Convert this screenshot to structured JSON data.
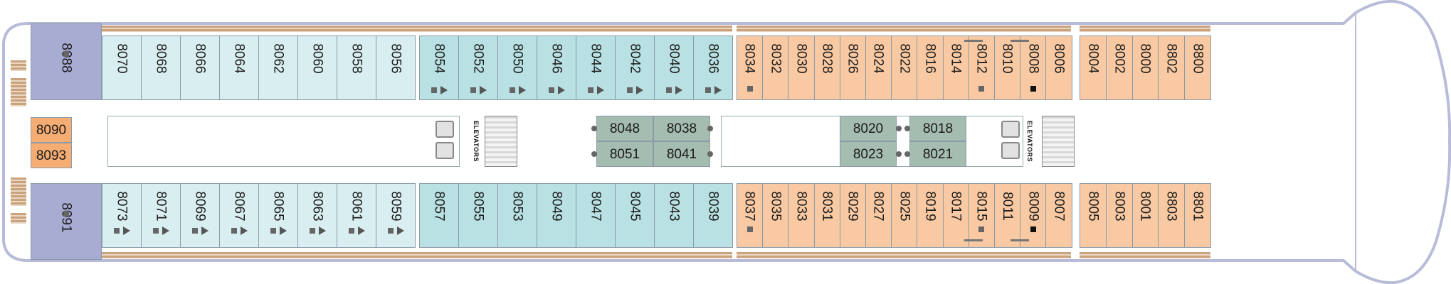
{
  "colors": {
    "cabin_teal": "#d9eef0",
    "cabin_aqua": "#b9e0e2",
    "cabin_peach": "#f8c9a2",
    "cabin_orange": "#f6ad73",
    "suite_blue": "#a8acd2",
    "interior_green": "#a5bcb0",
    "hull_outline": "#b8bcd8",
    "marker_gray": "#666666",
    "marker_black": "#111111"
  },
  "labels": {
    "elevators": "ELEVATORS"
  },
  "cabins": [
    {
      "id": "8088",
      "color": "suite_blue",
      "mark": "sq-gray"
    },
    {
      "id": "8070",
      "color": "cabin_teal"
    },
    {
      "id": "8068",
      "color": "cabin_teal"
    },
    {
      "id": "8066",
      "color": "cabin_teal"
    },
    {
      "id": "8064",
      "color": "cabin_teal"
    },
    {
      "id": "8062",
      "color": "cabin_teal"
    },
    {
      "id": "8060",
      "color": "cabin_teal"
    },
    {
      "id": "8058",
      "color": "cabin_teal"
    },
    {
      "id": "8056",
      "color": "cabin_teal"
    },
    {
      "id": "8054",
      "color": "cabin_aqua",
      "mark": "sq-tri"
    },
    {
      "id": "8052",
      "color": "cabin_aqua",
      "mark": "sq-tri"
    },
    {
      "id": "8050",
      "color": "cabin_aqua",
      "mark": "sq-tri"
    },
    {
      "id": "8046",
      "color": "cabin_aqua",
      "mark": "sq-tri"
    },
    {
      "id": "8044",
      "color": "cabin_aqua",
      "mark": "sq-tri"
    },
    {
      "id": "8042",
      "color": "cabin_aqua",
      "mark": "sq-tri"
    },
    {
      "id": "8040",
      "color": "cabin_aqua",
      "mark": "sq-tri"
    },
    {
      "id": "8036",
      "color": "cabin_aqua",
      "mark": "sq-tri"
    },
    {
      "id": "8034",
      "color": "cabin_peach",
      "mark": "sq-gray"
    },
    {
      "id": "8032",
      "color": "cabin_peach"
    },
    {
      "id": "8030",
      "color": "cabin_peach"
    },
    {
      "id": "8028",
      "color": "cabin_peach"
    },
    {
      "id": "8026",
      "color": "cabin_peach"
    },
    {
      "id": "8024",
      "color": "cabin_peach"
    },
    {
      "id": "8022",
      "color": "cabin_peach"
    },
    {
      "id": "8016",
      "color": "cabin_peach"
    },
    {
      "id": "8014",
      "color": "cabin_peach"
    },
    {
      "id": "8012",
      "color": "cabin_peach",
      "mark": "sq-gray"
    },
    {
      "id": "8010",
      "color": "cabin_peach"
    },
    {
      "id": "8008",
      "color": "cabin_peach",
      "mark": "sq-black"
    },
    {
      "id": "8006",
      "color": "cabin_peach"
    },
    {
      "id": "8004",
      "color": "cabin_peach"
    },
    {
      "id": "8002",
      "color": "cabin_peach"
    },
    {
      "id": "8000",
      "color": "cabin_peach"
    },
    {
      "id": "8802",
      "color": "cabin_peach"
    },
    {
      "id": "8800",
      "color": "cabin_peach"
    },
    {
      "id": "8090",
      "color": "cabin_orange"
    },
    {
      "id": "8093",
      "color": "cabin_orange"
    },
    {
      "id": "8048",
      "color": "interior_green"
    },
    {
      "id": "8038",
      "color": "interior_green"
    },
    {
      "id": "8051",
      "color": "interior_green"
    },
    {
      "id": "8041",
      "color": "interior_green"
    },
    {
      "id": "8020",
      "color": "interior_green"
    },
    {
      "id": "8023",
      "color": "interior_green"
    },
    {
      "id": "8018",
      "color": "interior_green"
    },
    {
      "id": "8021",
      "color": "interior_green"
    },
    {
      "id": "8091",
      "color": "suite_blue",
      "mark": "sq-gray"
    },
    {
      "id": "8073",
      "color": "cabin_teal",
      "mark": "sq-tri"
    },
    {
      "id": "8071",
      "color": "cabin_teal",
      "mark": "sq-tri"
    },
    {
      "id": "8069",
      "color": "cabin_teal",
      "mark": "sq-tri"
    },
    {
      "id": "8067",
      "color": "cabin_teal",
      "mark": "sq-tri"
    },
    {
      "id": "8065",
      "color": "cabin_teal",
      "mark": "sq-tri"
    },
    {
      "id": "8063",
      "color": "cabin_teal",
      "mark": "sq-tri"
    },
    {
      "id": "8061",
      "color": "cabin_teal",
      "mark": "sq-tri"
    },
    {
      "id": "8059",
      "color": "cabin_teal",
      "mark": "sq-tri"
    },
    {
      "id": "8057",
      "color": "cabin_aqua"
    },
    {
      "id": "8055",
      "color": "cabin_aqua"
    },
    {
      "id": "8053",
      "color": "cabin_aqua"
    },
    {
      "id": "8049",
      "color": "cabin_aqua"
    },
    {
      "id": "8047",
      "color": "cabin_aqua"
    },
    {
      "id": "8045",
      "color": "cabin_aqua"
    },
    {
      "id": "8043",
      "color": "cabin_aqua"
    },
    {
      "id": "8039",
      "color": "cabin_aqua"
    },
    {
      "id": "8037",
      "color": "cabin_peach",
      "mark": "sq-gray"
    },
    {
      "id": "8035",
      "color": "cabin_peach"
    },
    {
      "id": "8033",
      "color": "cabin_peach"
    },
    {
      "id": "8031",
      "color": "cabin_peach"
    },
    {
      "id": "8029",
      "color": "cabin_peach"
    },
    {
      "id": "8027",
      "color": "cabin_peach"
    },
    {
      "id": "8025",
      "color": "cabin_peach"
    },
    {
      "id": "8019",
      "color": "cabin_peach"
    },
    {
      "id": "8017",
      "color": "cabin_peach"
    },
    {
      "id": "8015",
      "color": "cabin_peach",
      "mark": "sq-gray"
    },
    {
      "id": "8011",
      "color": "cabin_peach"
    },
    {
      "id": "8009",
      "color": "cabin_peach",
      "mark": "sq-black"
    },
    {
      "id": "8007",
      "color": "cabin_peach"
    },
    {
      "id": "8005",
      "color": "cabin_peach"
    },
    {
      "id": "8003",
      "color": "cabin_peach"
    },
    {
      "id": "8001",
      "color": "cabin_peach"
    },
    {
      "id": "8803",
      "color": "cabin_peach"
    },
    {
      "id": "8801",
      "color": "cabin_peach"
    }
  ]
}
